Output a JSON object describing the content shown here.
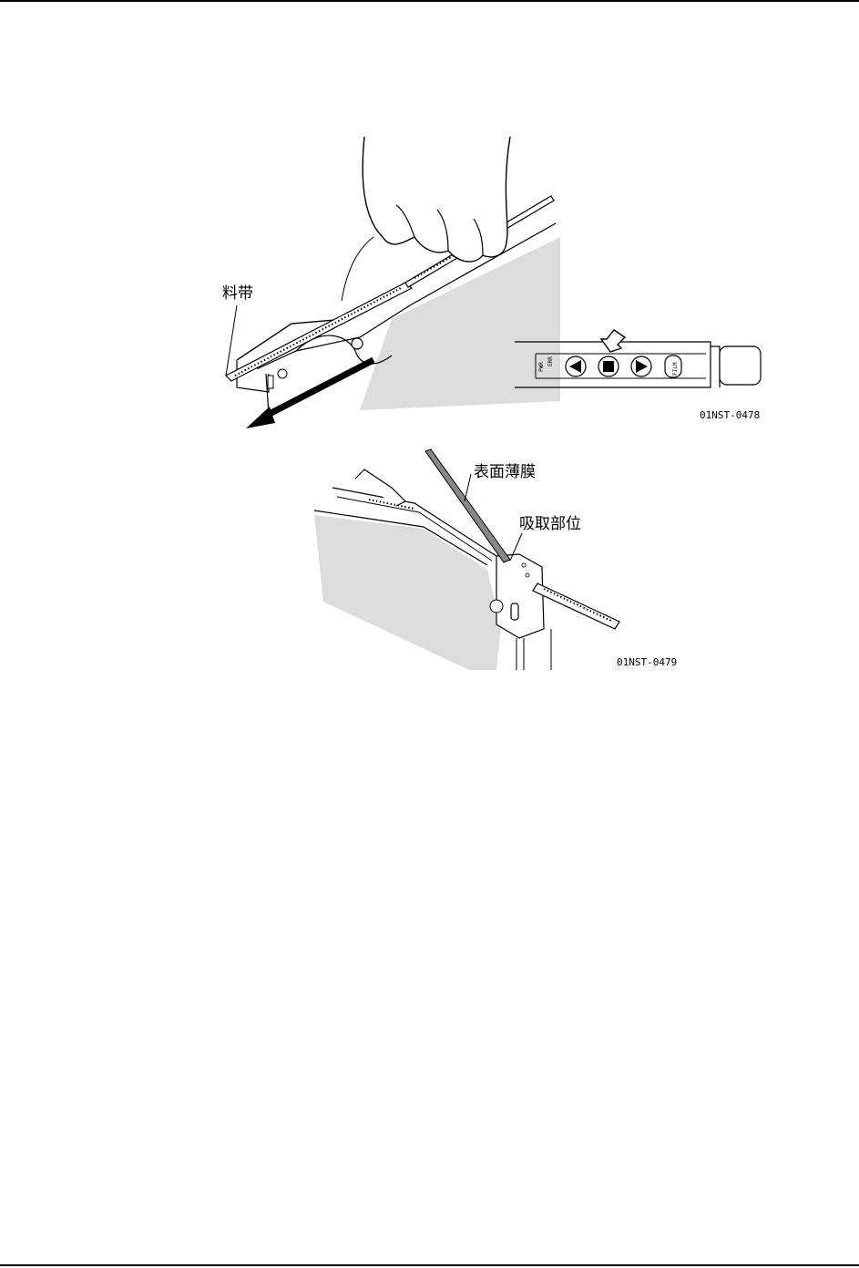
{
  "figure_1": {
    "label_tape": "料带",
    "code": "01NST-0478",
    "panel_markings": {
      "left": "PWR",
      "left_small": "ERR",
      "right": "FILM"
    }
  },
  "figure_2": {
    "label_film": "表面薄膜",
    "label_pickup": "吸取部位",
    "code": "01NST-0479"
  }
}
